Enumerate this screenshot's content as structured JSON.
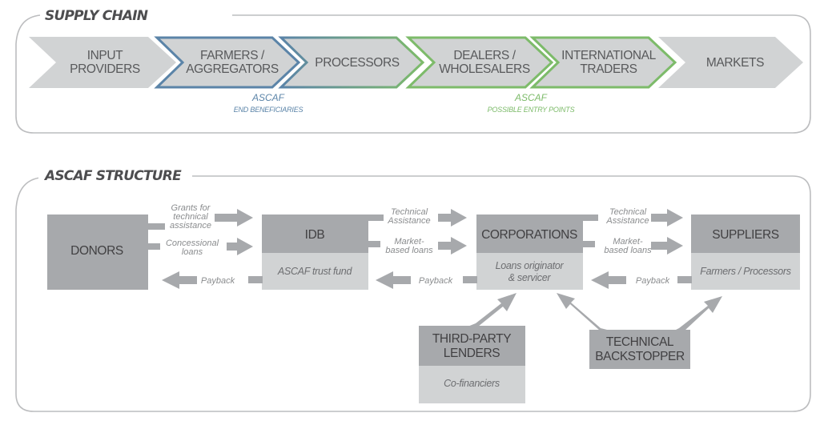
{
  "supply_chain": {
    "title": "SUPPLY CHAIN",
    "stages": [
      {
        "id": "input-providers",
        "lines": [
          "INPUT",
          "PROVIDERS"
        ],
        "outline": "none"
      },
      {
        "id": "farmers-aggregators",
        "lines": [
          "FARMERS /",
          "AGGREGATORS"
        ],
        "outline": "blue"
      },
      {
        "id": "processors",
        "lines": [
          "PROCESSORS"
        ],
        "outline": "blue-green"
      },
      {
        "id": "dealers-wholesalers",
        "lines": [
          "DEALERS /",
          "WHOLESALERS"
        ],
        "outline": "green"
      },
      {
        "id": "international-traders",
        "lines": [
          "INTERNATIONAL",
          "TRADERS"
        ],
        "outline": "green"
      },
      {
        "id": "markets",
        "lines": [
          "MARKETS"
        ],
        "outline": "none"
      }
    ],
    "end_beneficiaries": {
      "heading": "ASCAF",
      "caption": "END BENEFICIARIES"
    },
    "entry_points": {
      "heading": "ASCAF",
      "caption": "POSSIBLE ENTRY POINTS"
    }
  },
  "structure": {
    "title": "ASCAF STRUCTURE",
    "donors": {
      "title": "DONORS"
    },
    "idb": {
      "title": "IDB",
      "subtitle": "ASCAF trust fund"
    },
    "corporations": {
      "title": "CORPORATIONS",
      "subtitle_lines": [
        "Loans originator",
        "& servicer"
      ]
    },
    "suppliers": {
      "title": "SUPPLIERS",
      "subtitle": "Farmers / Processors"
    },
    "third_party": {
      "title_lines": [
        "THIRD-PARTY",
        "LENDERS"
      ],
      "subtitle": "Co-financiers"
    },
    "backstopper": {
      "title_lines": [
        "TECHNICAL",
        "BACKSTOPPER"
      ]
    },
    "flows": {
      "donors_idb_grants": [
        "Grants for",
        "technical",
        "assistance"
      ],
      "donors_idb_loans": [
        "Concessional",
        "loans"
      ],
      "idb_donors_payback": "Payback",
      "idb_corp_ta": [
        "Technical",
        "Assistance"
      ],
      "idb_corp_loans": [
        "Market-",
        "based loans"
      ],
      "corp_idb_payback": "Payback",
      "corp_sup_ta": [
        "Technical",
        "Assistance"
      ],
      "corp_sup_loans": [
        "Market-",
        "based loans"
      ],
      "sup_corp_payback": "Payback"
    }
  },
  "colors": {
    "blue": "#5b84a8",
    "green": "#7dbb6a",
    "chevron_fill": "#d1d3d4",
    "dark_box": "#a7a9ac",
    "light_box": "#d1d3d4"
  }
}
